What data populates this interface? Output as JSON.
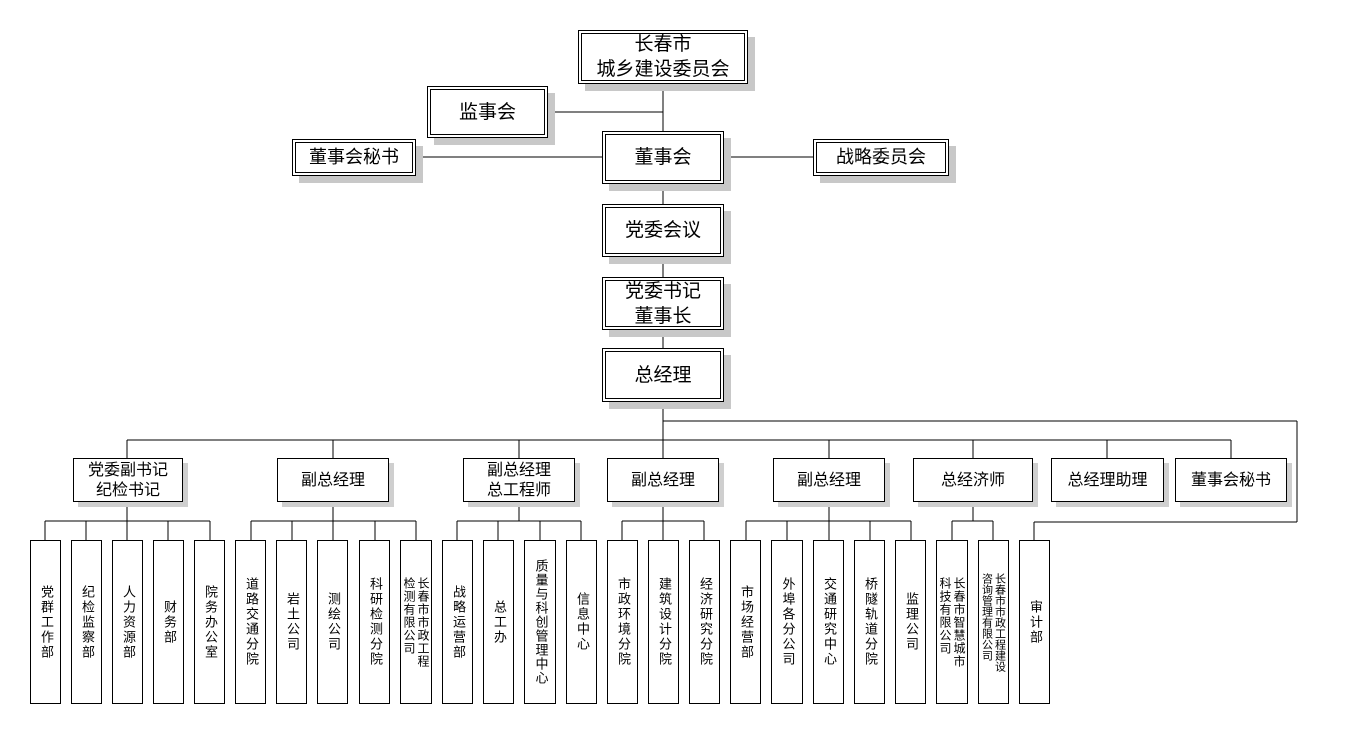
{
  "top": {
    "committee": "长春市\n城乡建设委员会",
    "supervisors": "监事会",
    "board": "董事会",
    "board_secretary": "董事会秘书",
    "strategy_committee": "战略委员会",
    "party_meeting": "党委会议",
    "secretary_chairman": "党委书记\n董事长",
    "general_manager": "总经理"
  },
  "mid": [
    "党委副书记\n纪检书记",
    "副总经理",
    "副总经理\n总工程师",
    "副总经理",
    "副总经理",
    "总经济师",
    "总经理助理",
    "董事会秘书"
  ],
  "depts": [
    "党群工作部",
    "纪检监察部",
    "人力资源部",
    "财务部",
    "院务办公室",
    "道路交通分院",
    "岩土公司",
    "测绘公司",
    "科研检测分院",
    "长春市市政工程\n检测有限公司",
    "战略运营部",
    "总工办",
    "质量与科创管理中心",
    "信息中心",
    "市政环境分院",
    "建筑设计分院",
    "经济研究分院",
    "市场经营部",
    "外埠各分公司",
    "交通研究中心",
    "桥隧轨道分院",
    "监理公司",
    "长春市智慧城市\n科技有限公司",
    "长春市市政工程建设\n咨询管理有限公司",
    "审计部"
  ]
}
